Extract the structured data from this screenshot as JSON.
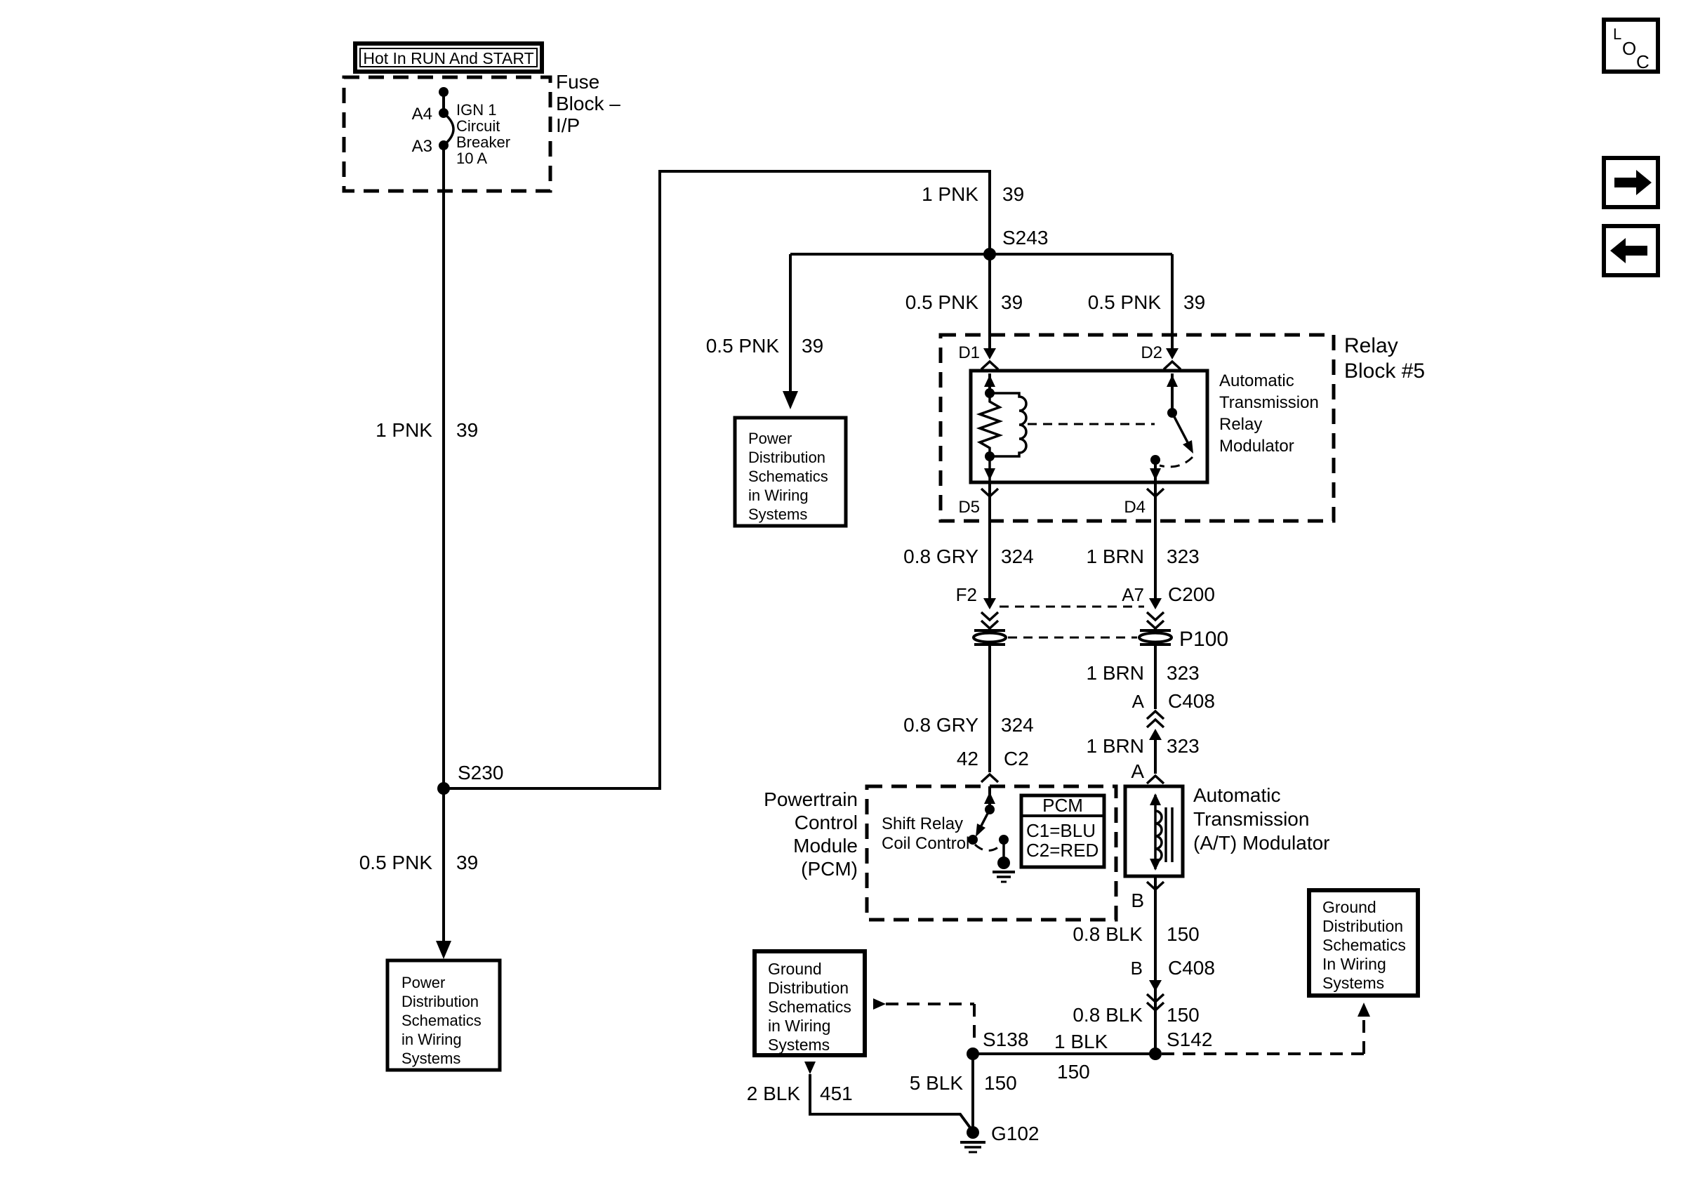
{
  "note": {
    "hot": "Hot In RUN And START"
  },
  "nav": {
    "loc_letters": [
      "L",
      "O",
      "C"
    ]
  },
  "fuse_block": {
    "pin_a4": "A4",
    "pin_a3": "A3",
    "device": [
      "IGN 1",
      "Circuit",
      "Breaker",
      "10 A"
    ],
    "name": [
      "Fuse",
      "Block –",
      "I/P"
    ]
  },
  "relay": {
    "block": [
      "Relay",
      "Block #5"
    ],
    "device": [
      "Automatic",
      "Transmission",
      "Relay",
      "Modulator"
    ],
    "pins": {
      "d1": "D1",
      "d2": "D2",
      "d5": "D5",
      "d4": "D4"
    }
  },
  "pcm": {
    "name": [
      "Powertrain",
      "Control",
      "Module",
      "(PCM)"
    ],
    "function": [
      "Shift Relay",
      "Coil Control"
    ],
    "legend": {
      "title": "PCM",
      "c1": "C1=BLU",
      "c2": "C2=RED"
    },
    "pin": "42",
    "conn": "C2"
  },
  "modulator": {
    "name": [
      "Automatic",
      "Transmission",
      "(A/T) Modulator"
    ],
    "pin_a": "A",
    "pin_b": "B"
  },
  "connectors": {
    "f2": "F2",
    "a7": "A7",
    "c200": "C200",
    "p100": "P100",
    "a_c408": {
      "pin": "A",
      "name": "C408"
    },
    "b_c408": {
      "pin": "B",
      "name": "C408"
    }
  },
  "splices": {
    "s230": "S230",
    "s243": "S243",
    "s138": "S138",
    "s142": "S142"
  },
  "ground": {
    "g102": "G102"
  },
  "wires": {
    "pnk_main": {
      "gc": "1 PNK",
      "ckt": "39"
    },
    "pnk_below_s230": {
      "gc": "0.5 PNK",
      "ckt": "39"
    },
    "pnk_top": {
      "gc": "1 PNK",
      "ckt": "39"
    },
    "pnk_branch": {
      "gc": "0.5 PNK",
      "ckt": "39"
    },
    "pnk_d1": {
      "gc": "0.5 PNK",
      "ckt": "39"
    },
    "pnk_d2": {
      "gc": "0.5 PNK",
      "ckt": "39"
    },
    "gry_upper": {
      "gc": "0.8 GRY",
      "ckt": "324"
    },
    "gry_lower": {
      "gc": "0.8 GRY",
      "ckt": "324"
    },
    "brn_upper": {
      "gc": "1 BRN",
      "ckt": "323"
    },
    "brn_mid": {
      "gc": "1 BRN",
      "ckt": "323"
    },
    "brn_lower": {
      "gc": "1 BRN",
      "ckt": "323"
    },
    "blk_upper": {
      "gc": "0.8 BLK",
      "ckt": "150"
    },
    "blk_lower": {
      "gc": "0.8 BLK",
      "ckt": "150"
    },
    "blk_link": {
      "gc": "1 BLK",
      "ckt": "150"
    },
    "blk_5": {
      "gc": "5 BLK",
      "ckt": "150"
    },
    "blk_2": {
      "gc": "2 BLK",
      "ckt": "451"
    }
  },
  "ref_boxes": {
    "power1": [
      "Power",
      "Distribution",
      "Schematics",
      "in Wiring",
      "Systems"
    ],
    "power2": [
      "Power",
      "Distribution",
      "Schematics",
      "in Wiring",
      "Systems"
    ],
    "ground1": [
      "Ground",
      "Distribution",
      "Schematics",
      "in Wiring",
      "Systems"
    ],
    "ground2": [
      "Ground",
      "Distribution",
      "Schematics",
      "In Wiring",
      "Systems"
    ]
  },
  "colors": {
    "line": "#000000",
    "background": "#ffffff"
  }
}
